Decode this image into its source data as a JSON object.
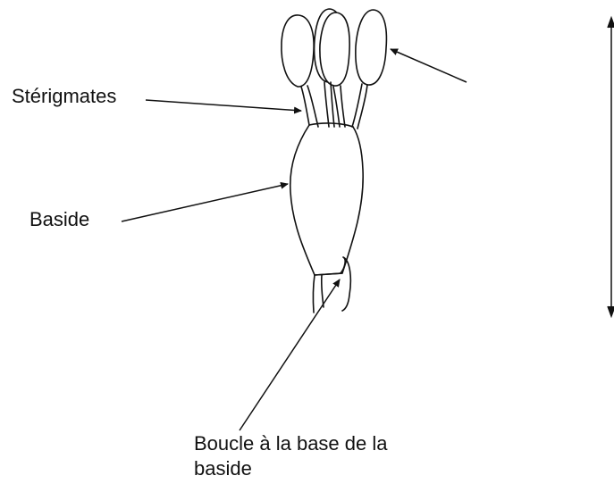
{
  "labels": {
    "sterigmates": "Stérigmates",
    "baside": "Baside",
    "boucle_line1": "Boucle à la base de la",
    "boucle_line2": "baside"
  },
  "colors": {
    "stroke": "#111111",
    "background": "#ffffff"
  }
}
